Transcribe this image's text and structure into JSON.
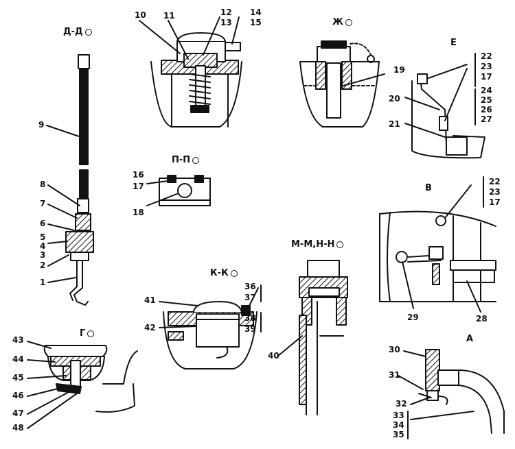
{
  "sections": {
    "dd": "Д-Д",
    "zh": "Ж",
    "e": "Е",
    "pp": "П-П",
    "v": "В",
    "mn": "М-М,Н-Н",
    "kk": "К-К",
    "g": "Г",
    "a": "А"
  },
  "callouts": {
    "n1": "1",
    "n2": "2",
    "n3": "3",
    "n4": "4",
    "n5": "5",
    "n6": "6",
    "n7": "7",
    "n8": "8",
    "n9": "9",
    "n10": "10",
    "n11": "11",
    "n12": "12",
    "n13": "13",
    "n14": "14",
    "n15": "15",
    "n16": "16",
    "n17": "17",
    "n18": "18",
    "n19": "19",
    "n20": "20",
    "n21": "21",
    "n22": "22",
    "n23": "23",
    "n17b": "17",
    "n24": "24",
    "n25": "25",
    "n26": "26",
    "n27": "27",
    "n22b": "22",
    "n23b": "23",
    "n17c": "17",
    "n28": "28",
    "n29": "29",
    "n30": "30",
    "n31": "31",
    "n32": "32",
    "n33": "33",
    "n34": "34",
    "n35": "35",
    "n36": "36",
    "n37": "37",
    "n38": "38",
    "n39": "39",
    "n40": "40",
    "n41": "41",
    "n42": "42",
    "n43": "43",
    "n44": "44",
    "n45": "45",
    "n46": "46",
    "n47": "47",
    "n48": "48"
  }
}
